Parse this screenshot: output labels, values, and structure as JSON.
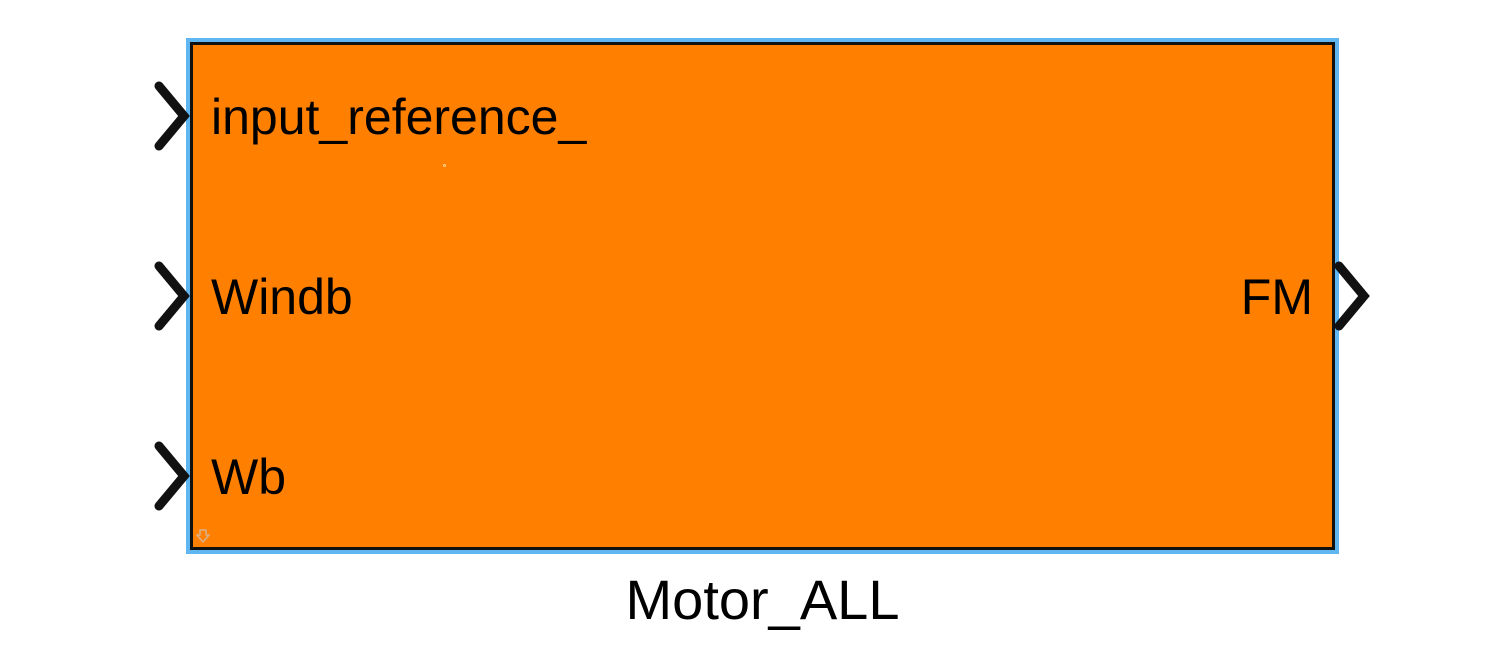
{
  "block": {
    "name": "Motor_ALL",
    "fill_color": "#ff7f00",
    "selection_color": "#5fb6f0",
    "inputs": [
      {
        "label": "input_reference_"
      },
      {
        "label": "Windb"
      },
      {
        "label": "Wb"
      }
    ],
    "outputs": [
      {
        "label": "FM"
      }
    ]
  },
  "icons": {
    "port": "chevron-right-icon",
    "badge": "arrow-down-icon"
  }
}
